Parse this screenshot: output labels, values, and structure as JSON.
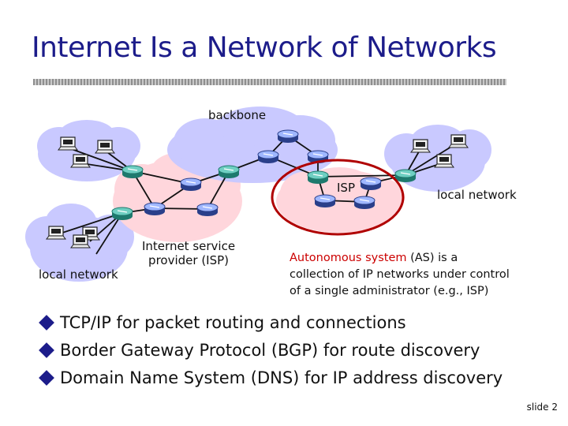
{
  "title": "Internet Is a Network of Networks",
  "diagram": {
    "backbone_label": "backbone",
    "isp_label": "ISP",
    "local_network_right_label": "local network",
    "local_network_left_label": "local network",
    "isp_cloud_label_line1": "Internet service",
    "isp_cloud_label_line2": "provider (ISP)",
    "highlight_color": "#cc0000",
    "cloud_color": "#c9c9ff",
    "isp_cloud_color": "#ffd6dc"
  },
  "callout": {
    "highlight": "Autonomous system",
    "line1_rest": " (AS) is a",
    "line2": "collection of IP networks under control",
    "line3": "of a single administrator (e.g., ISP)"
  },
  "bullets": [
    "TCP/IP for packet routing and connections",
    "Border Gateway Protocol (BGP) for route discovery",
    "Domain Name System (DNS) for IP address discovery"
  ],
  "slide_number": "slide 2"
}
